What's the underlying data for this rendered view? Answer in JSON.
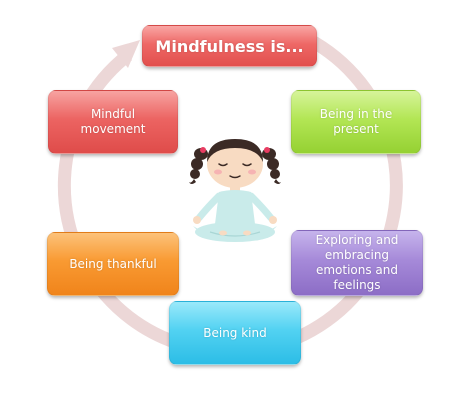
{
  "title": "Mindfulness is...",
  "items": {
    "mindful_movement": "Mindful movement",
    "being_in_the_present": "Being in the present",
    "being_thankful": "Being thankful",
    "exploring_emotions": "Exploring and embracing emotions and feelings",
    "being_kind": "Being kind"
  },
  "colors": {
    "ring": "#ecd6d6",
    "title": "#e9605e",
    "mindful_movement": "#e8605e",
    "being_in_the_present": "#a6dd44",
    "being_thankful": "#f8962a",
    "exploring_emotions": "#9c7fd3",
    "being_kind": "#3ec8ec"
  },
  "illustration": "meditating-girl-illustration"
}
